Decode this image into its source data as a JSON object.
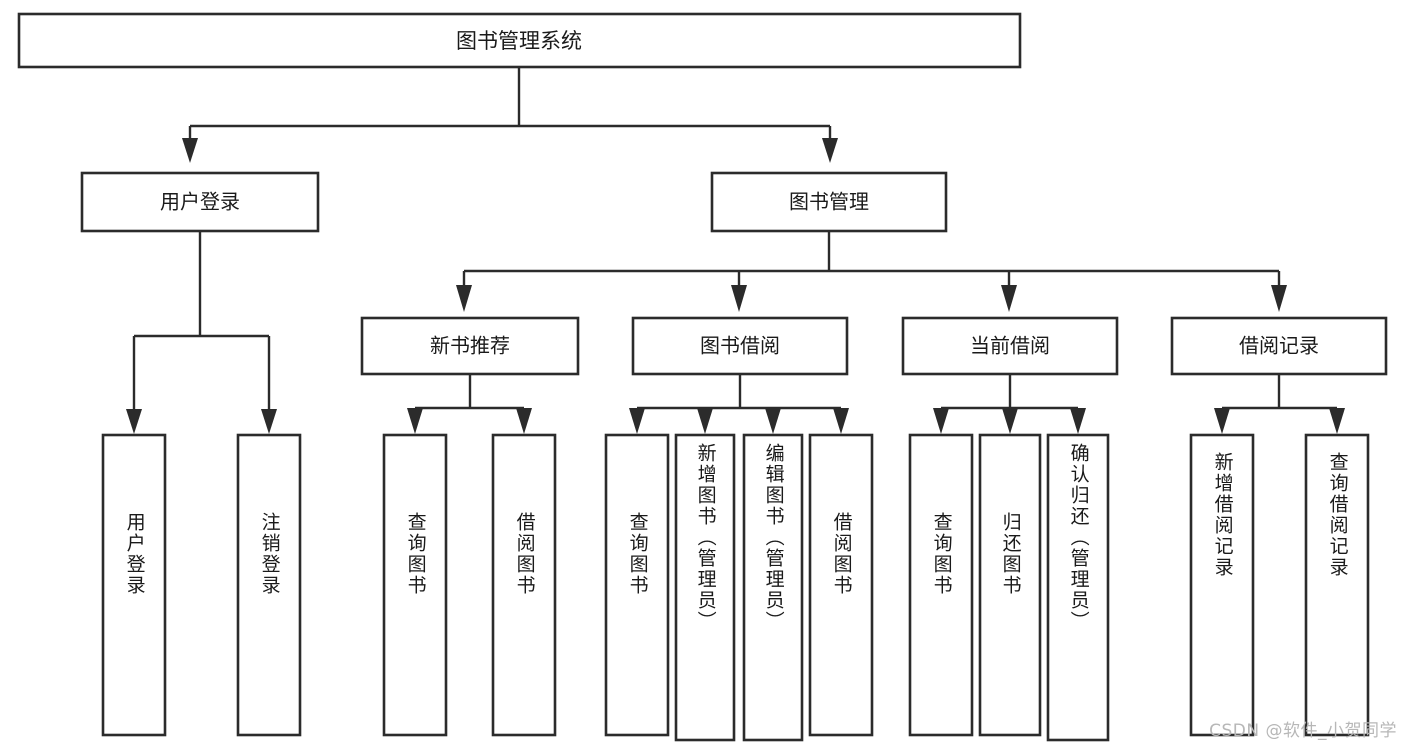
{
  "diagram": {
    "title_node": {
      "label": "图书管理系统"
    },
    "level2": [
      {
        "id": "user-login",
        "label": "用户登录"
      },
      {
        "id": "book-management",
        "label": "图书管理"
      }
    ],
    "level3": [
      {
        "id": "new-book-recommend",
        "label": "新书推荐"
      },
      {
        "id": "book-borrow",
        "label": "图书借阅"
      },
      {
        "id": "current-borrow",
        "label": "当前借阅"
      },
      {
        "id": "borrow-record",
        "label": "借阅记录"
      }
    ],
    "leaves": [
      {
        "id": "leaf-user-login",
        "group": "user-login",
        "label": "用户登录"
      },
      {
        "id": "leaf-logout-login",
        "group": "user-login",
        "label": "注销登录"
      },
      {
        "id": "leaf-query-book-1",
        "group": "new-book-recommend",
        "label": "查询图书"
      },
      {
        "id": "leaf-borrow-book-1",
        "group": "new-book-recommend",
        "label": "借阅图书"
      },
      {
        "id": "leaf-query-book-2",
        "group": "book-borrow",
        "label": "查询图书"
      },
      {
        "id": "leaf-add-book-admin",
        "group": "book-borrow",
        "label": "新增图书（管理员）"
      },
      {
        "id": "leaf-edit-book-admin",
        "group": "book-borrow",
        "label": "编辑图书（管理员）"
      },
      {
        "id": "leaf-borrow-book-2",
        "group": "book-borrow",
        "label": "借阅图书"
      },
      {
        "id": "leaf-query-book-3",
        "group": "current-borrow",
        "label": "查询图书"
      },
      {
        "id": "leaf-return-book",
        "group": "current-borrow",
        "label": "归还图书"
      },
      {
        "id": "leaf-confirm-return-admin",
        "group": "current-borrow",
        "label": "确认归还（管理员）"
      },
      {
        "id": "leaf-add-borrow-record",
        "group": "borrow-record",
        "label": "新增借阅记录"
      },
      {
        "id": "leaf-query-borrow-record",
        "group": "borrow-record",
        "label": "查询借阅记录"
      }
    ],
    "watermark": "CSDN @软件_小贺同学",
    "colors": {
      "stroke": "#2b2b2b",
      "fill": "#ffffff",
      "text": "#1a1a1a",
      "watermark": "#b7b7b7",
      "background": "#ffffff"
    }
  }
}
